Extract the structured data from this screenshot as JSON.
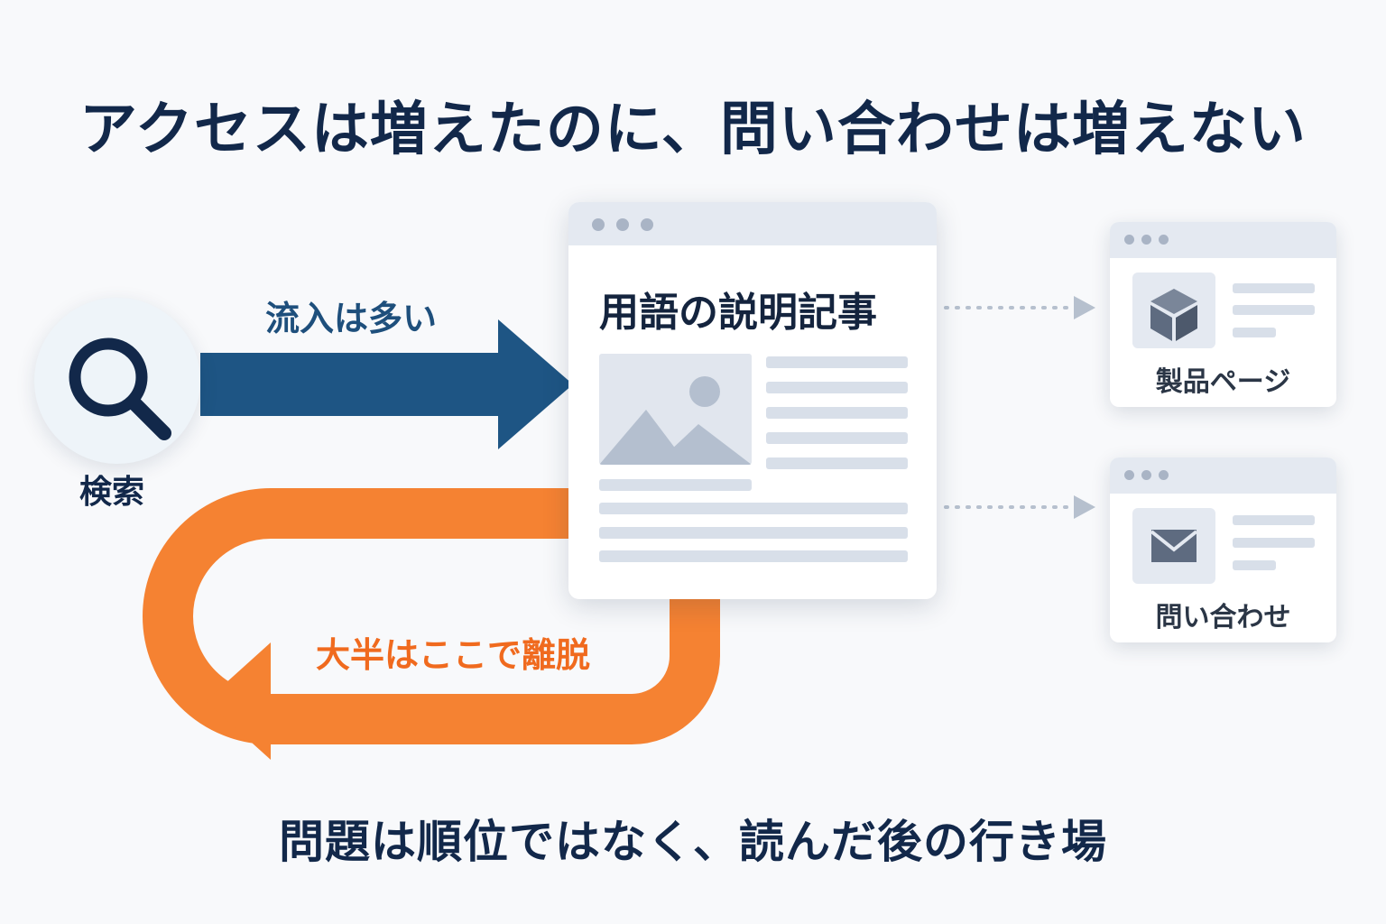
{
  "title": "アクセスは増えたのに、問い合わせは増えない",
  "search": {
    "label": "検索",
    "icon": "search-icon"
  },
  "flow_in": {
    "label": "流入は多い",
    "color": "#1e5584"
  },
  "article": {
    "title": "用語の説明記事",
    "icon": "image-placeholder-icon"
  },
  "bounce": {
    "label": "大半はここで離脱",
    "color": "#f58232"
  },
  "destinations": [
    {
      "label": "製品ページ",
      "icon": "box-icon"
    },
    {
      "label": "問い合わせ",
      "icon": "mail-icon"
    }
  ],
  "conclusion": "問題は順位ではなく、読んだ後の行き場",
  "colors": {
    "navy": "#12284a",
    "blue": "#1e5584",
    "orange": "#f58232",
    "gray": "#d8dfe9"
  }
}
